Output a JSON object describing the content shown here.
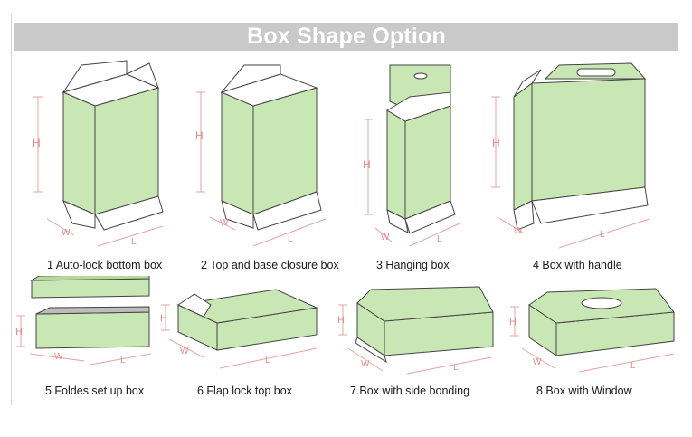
{
  "title": "Box Shape Option",
  "colors": {
    "banner": "#c9c9c9",
    "box_fill": "#c9e7b4",
    "box_fill_side": "#b5d99c",
    "box_outline": "#444444",
    "dimension_lines": "#e6a3a3",
    "dimension_text": "#e58a8a"
  },
  "dimension_labels": {
    "height": "H",
    "width": "W",
    "length": "L"
  },
  "boxes": [
    {
      "caption": "1 Auto-lock bottom box"
    },
    {
      "caption": "2 Top and base closure box"
    },
    {
      "caption": "3 Hanging box"
    },
    {
      "caption": "4 Box with handle"
    },
    {
      "caption": "5 Foldes set up box"
    },
    {
      "caption": "6 Flap lock top box"
    },
    {
      "caption": "7.Box with side bonding"
    },
    {
      "caption": "8 Box with Window"
    }
  ]
}
